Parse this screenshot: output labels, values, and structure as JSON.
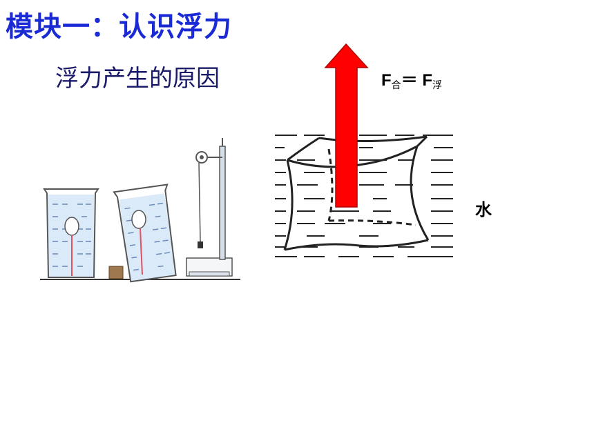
{
  "slide": {
    "title": "模块一：认识浮力",
    "subtitle": "浮力产生的原因"
  },
  "formula": {
    "f1": "F",
    "sub1": "合",
    "eq": "＝",
    "f2": "F",
    "sub2": "浮"
  },
  "water_label": "水",
  "colors": {
    "title": "#1a2bd6",
    "water": "#d6e8f7",
    "arrow": "#ff0000"
  }
}
